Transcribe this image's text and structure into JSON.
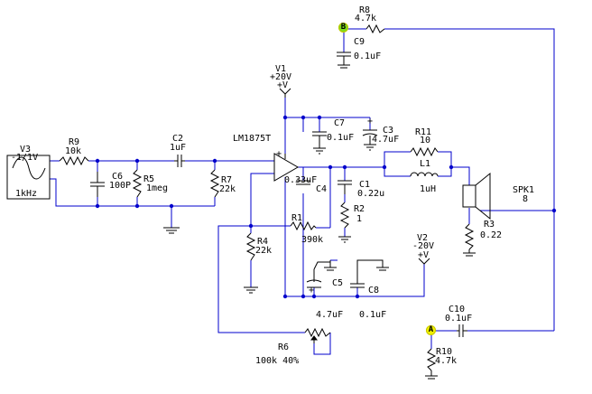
{
  "components": {
    "v3": {
      "name": "V3",
      "value": "-1/1V",
      "freq": "1kHz"
    },
    "r9": {
      "name": "R9",
      "value": "10k"
    },
    "c6": {
      "name": "C6",
      "value": "100P"
    },
    "r5": {
      "name": "R5",
      "value": "1meg"
    },
    "c2": {
      "name": "C2",
      "value": "1uF"
    },
    "r7": {
      "name": "R7",
      "value": "22k"
    },
    "u1": {
      "name": "LM1875T"
    },
    "v1": {
      "name": "V1",
      "value": "+20V",
      "pin": "+V"
    },
    "c7": {
      "name": "C7",
      "value": "0.1uF"
    },
    "c3": {
      "name": "C3",
      "value": "4.7uF"
    },
    "r11": {
      "name": "R11",
      "value": "10"
    },
    "l1": {
      "name": "L1",
      "value": "1uH"
    },
    "c4": {
      "name": "C4",
      "value": "0.33uF"
    },
    "c1": {
      "name": "C1",
      "value": "0.22u"
    },
    "r2": {
      "name": "R2",
      "value": "1"
    },
    "r1": {
      "name": "R1",
      "value": "390k"
    },
    "r4": {
      "name": "R4",
      "value": "22k"
    },
    "v2": {
      "name": "V2",
      "value": "-20V",
      "pin": "+V"
    },
    "c5": {
      "name": "C5",
      "value": "4.7uF"
    },
    "c8": {
      "name": "C8",
      "value": "0.1uF"
    },
    "spk1": {
      "name": "SPK1",
      "value": "8"
    },
    "r3": {
      "name": "R3",
      "value": "0.22"
    },
    "r6": {
      "name": "R6",
      "value": "100k 40%"
    },
    "r8": {
      "name": "R8",
      "value": "4.7k"
    },
    "c9": {
      "name": "C9",
      "value": "0.1uF"
    },
    "c10": {
      "name": "C10",
      "value": "0.1uF"
    },
    "r10": {
      "name": "R10",
      "value": "4.7k"
    }
  },
  "probes": {
    "a": "A",
    "b": "B"
  },
  "colors": {
    "wire": "#0000cc",
    "part": "#000000",
    "probe_a": "#f0f000",
    "probe_b": "#7ddc1f"
  }
}
